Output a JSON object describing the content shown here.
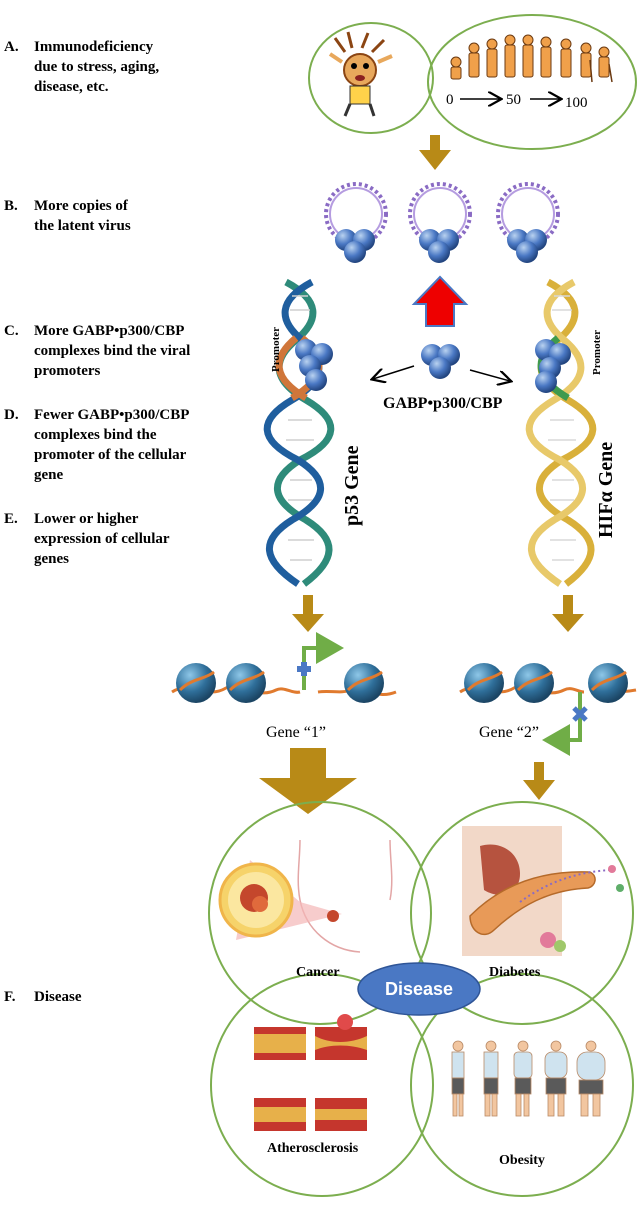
{
  "steps": [
    {
      "letter": "A.",
      "text": "Immunodeficiency\ndue to stress, aging,\ndisease, etc."
    },
    {
      "letter": "B.",
      "text": "More copies of\nthe latent virus"
    },
    {
      "letter": "C.",
      "text": "More GABP•p300/CBP\ncomplexes bind the viral\npromoters"
    },
    {
      "letter": "D.",
      "text": "Fewer GABP•p300/CBP\ncomplexes bind the\npromoter of the cellular\ngene"
    },
    {
      "letter": "E.",
      "text": "Lower or higher\nexpression of cellular\ngenes"
    },
    {
      "letter": "F.",
      "text": "Disease"
    }
  ],
  "aging": {
    "ages": [
      "0",
      "50",
      "100"
    ]
  },
  "complex_label": "GABP•p300/CBP",
  "left_gene": {
    "promoter": "Promoter",
    "name": "p53 Gene",
    "output": "Gene “1”"
  },
  "right_gene": {
    "promoter": "Promoter",
    "name": "HIFα Gene",
    "output": "Gene “2”"
  },
  "diseases": {
    "center": "Disease",
    "cancer": "Cancer",
    "diabetes": "Diabetes",
    "atherosclerosis": "Atherosclerosis",
    "obesity": "Obesity"
  },
  "colors": {
    "circle_stroke": "#7cae4f",
    "arrow": "#b88a17",
    "red_arrow": "#ee0000",
    "complex": "#4a78c4",
    "disease_ellipse": "#4a78c4",
    "dna_left_a": "#2e8b7a",
    "dna_left_b": "#1f5e9e",
    "dna_right": "#d9b03a",
    "promoter_left": "#d0763a",
    "promoter_right": "#3f9a4e",
    "green_arrow": "#70ad47",
    "nucleosome": "#2f6f9a"
  }
}
